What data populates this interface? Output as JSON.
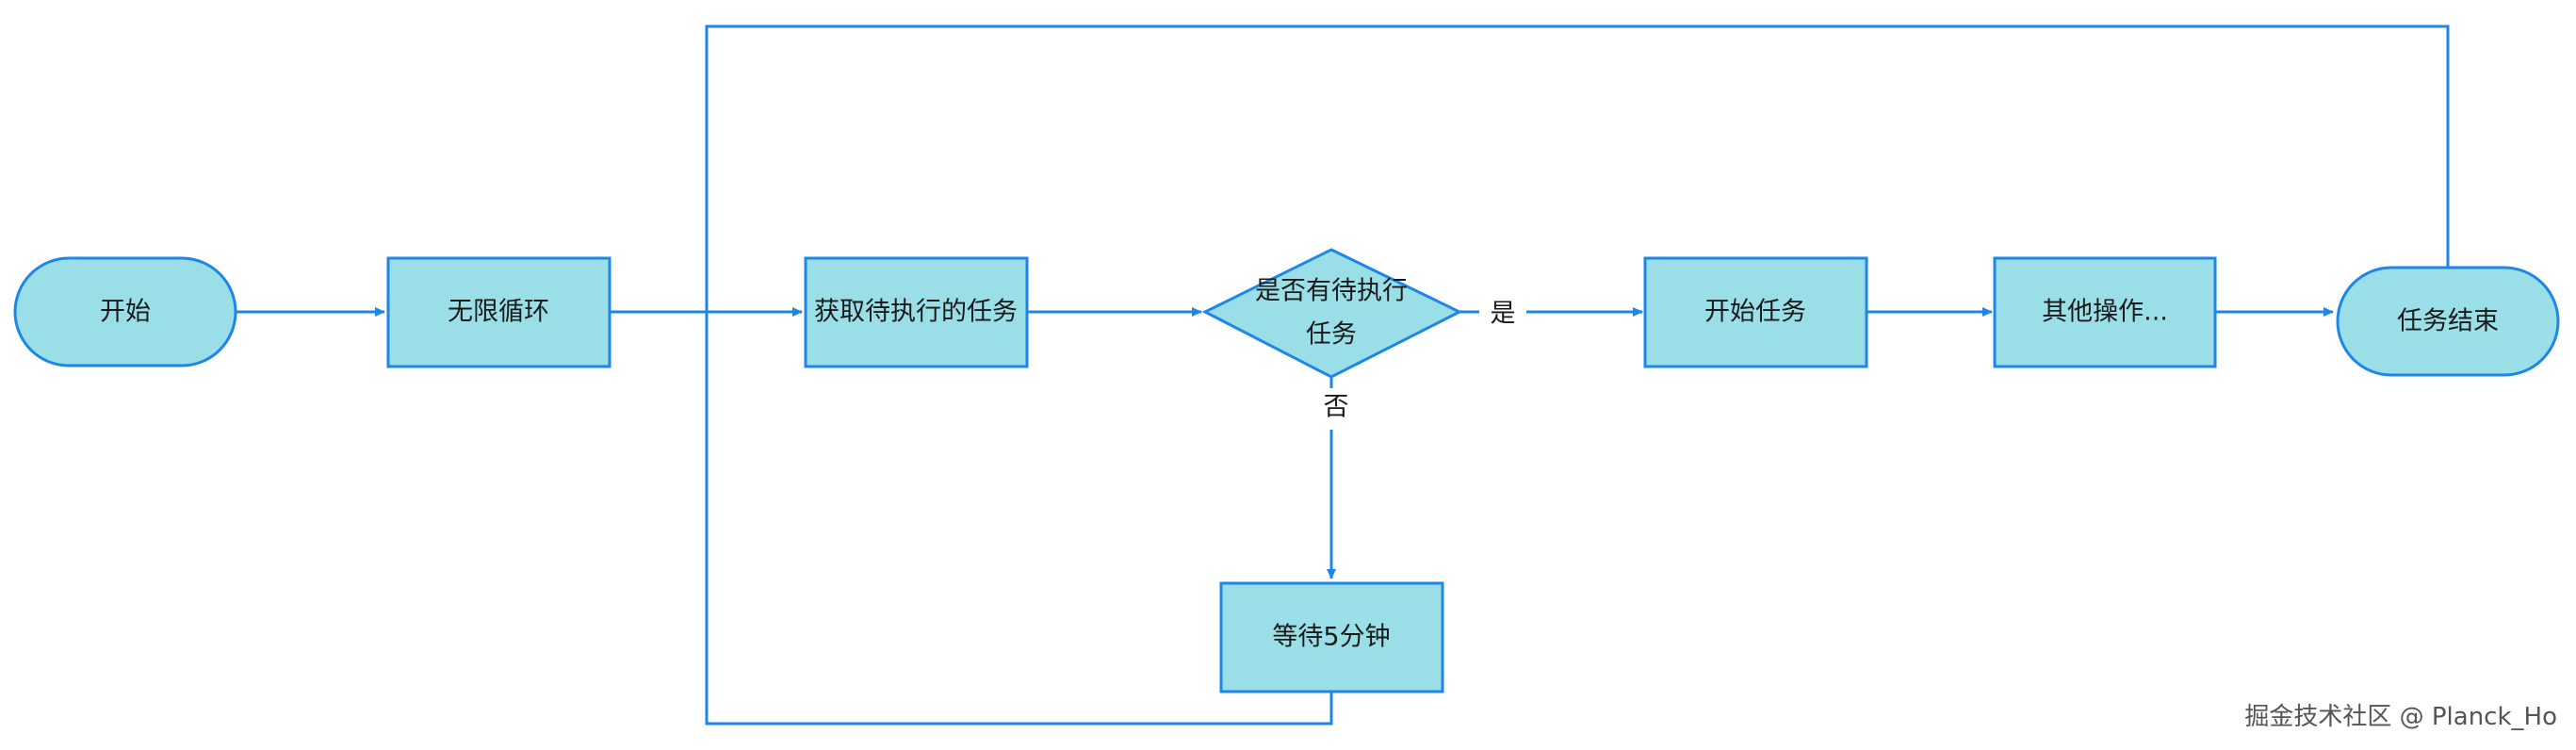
{
  "colors": {
    "stroke": "#1e86e6",
    "fill": "#9adfe8",
    "text": "#1a1a1a"
  },
  "nodes": {
    "start": "开始",
    "loop": "无限循环",
    "fetch": "获取待执行的任务",
    "decision_line1": "是否有待执行",
    "decision_line2": "任务",
    "start_task": "开始任务",
    "other": "其他操作...",
    "end": "任务结束",
    "wait": "等待5分钟"
  },
  "edges": {
    "yes": "是",
    "no": "否"
  },
  "watermark": "掘金技术社区 @ Planck_Ho"
}
